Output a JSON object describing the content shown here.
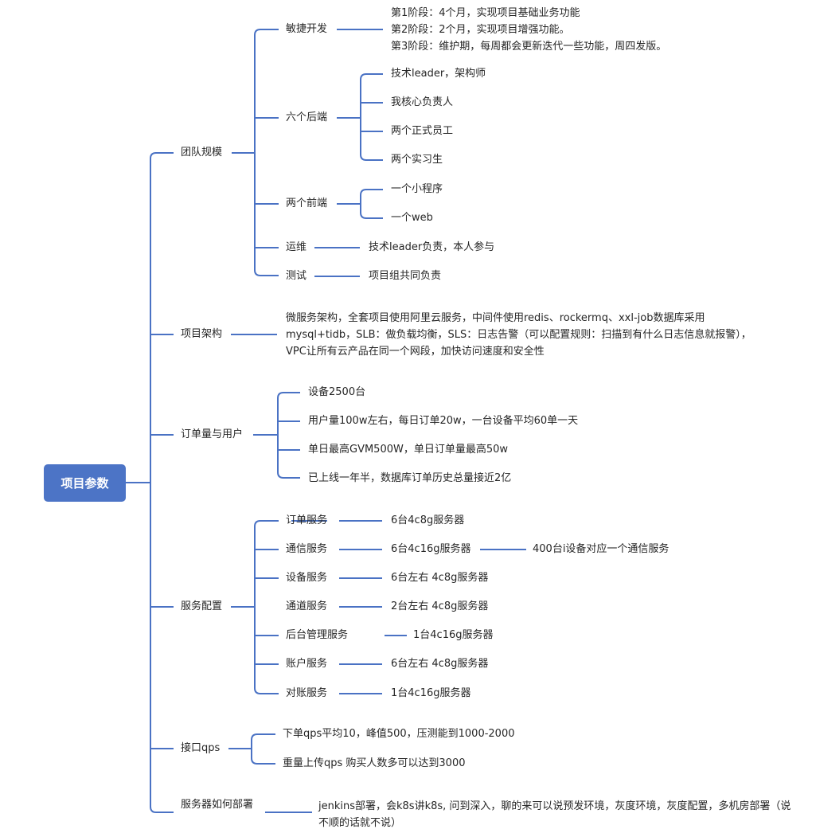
{
  "root": {
    "label": "项目参数",
    "color": "#4c74c6"
  },
  "line_color": "#4a72c4",
  "branches": [
    {
      "label": "团队规模",
      "children": [
        {
          "label": "敏捷开发",
          "detail": [
            "第1阶段：4个月，实现项目基础业务功能",
            "第2阶段：2个月，实现项目增强功能。",
            "第3阶段：维护期，每周都会更新迭代一些功能，周四发版。"
          ]
        },
        {
          "label": "六个后端",
          "children": [
            "技术leader，架构师",
            "我核心负责人",
            "两个正式员工",
            "两个实习生"
          ]
        },
        {
          "label": "两个前端",
          "children": [
            "一个小程序",
            "一个web"
          ]
        },
        {
          "label": "运维",
          "children": [
            "技术leader负责，本人参与"
          ]
        },
        {
          "label": "测试",
          "children": [
            "项目组共同负责"
          ]
        }
      ]
    },
    {
      "label": "项目架构",
      "detail": "微服务架构，全套项目使用阿里云服务，中间件使用redis、rockermq、xxl-job数据库采用mysql+tidb，SLB：做负载均衡，SLS：日志告警（可以配置规则：扫描到有什么日志信息就报警），VPC让所有云产品在同一个网段，加快访问速度和安全性"
    },
    {
      "label": "订单量与用户",
      "children": [
        "设备2500台",
        "用户量100w左右，每日订单20w，一台设备平均60单一天",
        "单日最高GVM500W，单日订单量最高50w",
        "已上线一年半，数据库订单历史总量接近2亿"
      ]
    },
    {
      "label": "服务配置",
      "children": [
        {
          "label": "订单服务",
          "value": "6台4c8g服务器"
        },
        {
          "label": "通信服务",
          "value": "6台4c16g服务器",
          "note": "400台i设备对应一个通信服务"
        },
        {
          "label": "设备服务",
          "value": "6台左右 4c8g服务器"
        },
        {
          "label": "通道服务",
          "value": "2台左右 4c8g服务器"
        },
        {
          "label": "后台管理服务",
          "value": "1台4c16g服务器"
        },
        {
          "label": "账户服务",
          "value": "6台左右 4c8g服务器"
        },
        {
          "label": "对账服务",
          "value": "1台4c16g服务器"
        }
      ]
    },
    {
      "label": "接口qps",
      "children": [
        "下单qps平均10，峰值500，压测能到1000-2000",
        "重量上传qps 购买人数多可以达到3000"
      ]
    },
    {
      "label": "服务器如何部署",
      "detail": "jenkins部署，会k8s讲k8s, 问到深入，聊的来可以说预发环境，灰度环境，灰度配置，多机房部署（说不顺的话就不说）"
    }
  ]
}
